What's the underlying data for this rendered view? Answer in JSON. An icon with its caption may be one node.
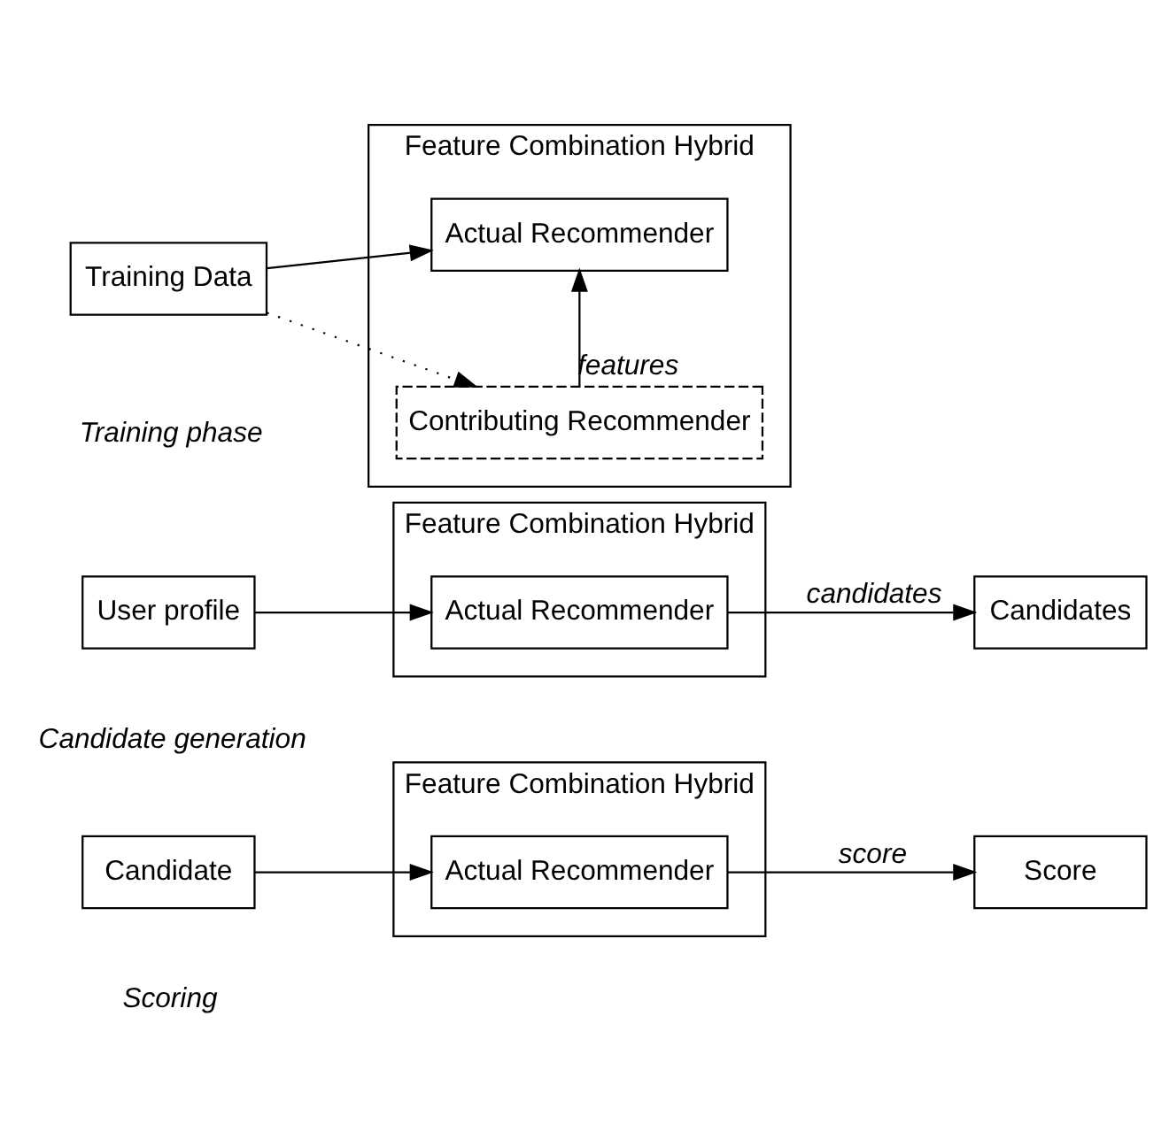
{
  "diagram": {
    "nodes": [
      {
        "text": [
          "Training Data"
        ]
      },
      {
        "text": [
          "Feature Combination Hybrid"
        ]
      },
      {
        "text": [
          "Actual Recommender"
        ],
        "in": 1
      },
      {
        "text": [
          "Contributing Recommender"
        ],
        "in": 1
      },
      {
        "text": [
          "User profile"
        ]
      },
      {
        "text": [
          "Feature Combination Hybrid"
        ]
      },
      {
        "text": [
          "Actual Recommender"
        ],
        "in": 5
      },
      {
        "text": [
          "Candidates"
        ]
      },
      {
        "text": [
          "Candidate"
        ]
      },
      {
        "text": [
          "Feature Combination Hybrid"
        ]
      },
      {
        "text": [
          "Actual Recommender"
        ],
        "in": 9
      },
      {
        "text": [
          "Score"
        ]
      }
    ],
    "edges": [
      {
        "from": 0,
        "to": 2,
        "arrow": "to"
      },
      {
        "from": 0,
        "to": 3,
        "arrow": "to",
        "style": "dashed"
      },
      {
        "from": 3,
        "to": 2,
        "arrow": "to",
        "label": "features"
      },
      {
        "from": 4,
        "to": 6,
        "arrow": "to"
      },
      {
        "from": 6,
        "to": 7,
        "arrow": "to",
        "label": "candidates"
      },
      {
        "from": 8,
        "to": 10,
        "arrow": "to"
      },
      {
        "from": 10,
        "to": 11,
        "arrow": "to",
        "label": "score"
      }
    ],
    "labels": [
      "Training phase",
      "Candidate generation",
      "Scoring"
    ]
  }
}
